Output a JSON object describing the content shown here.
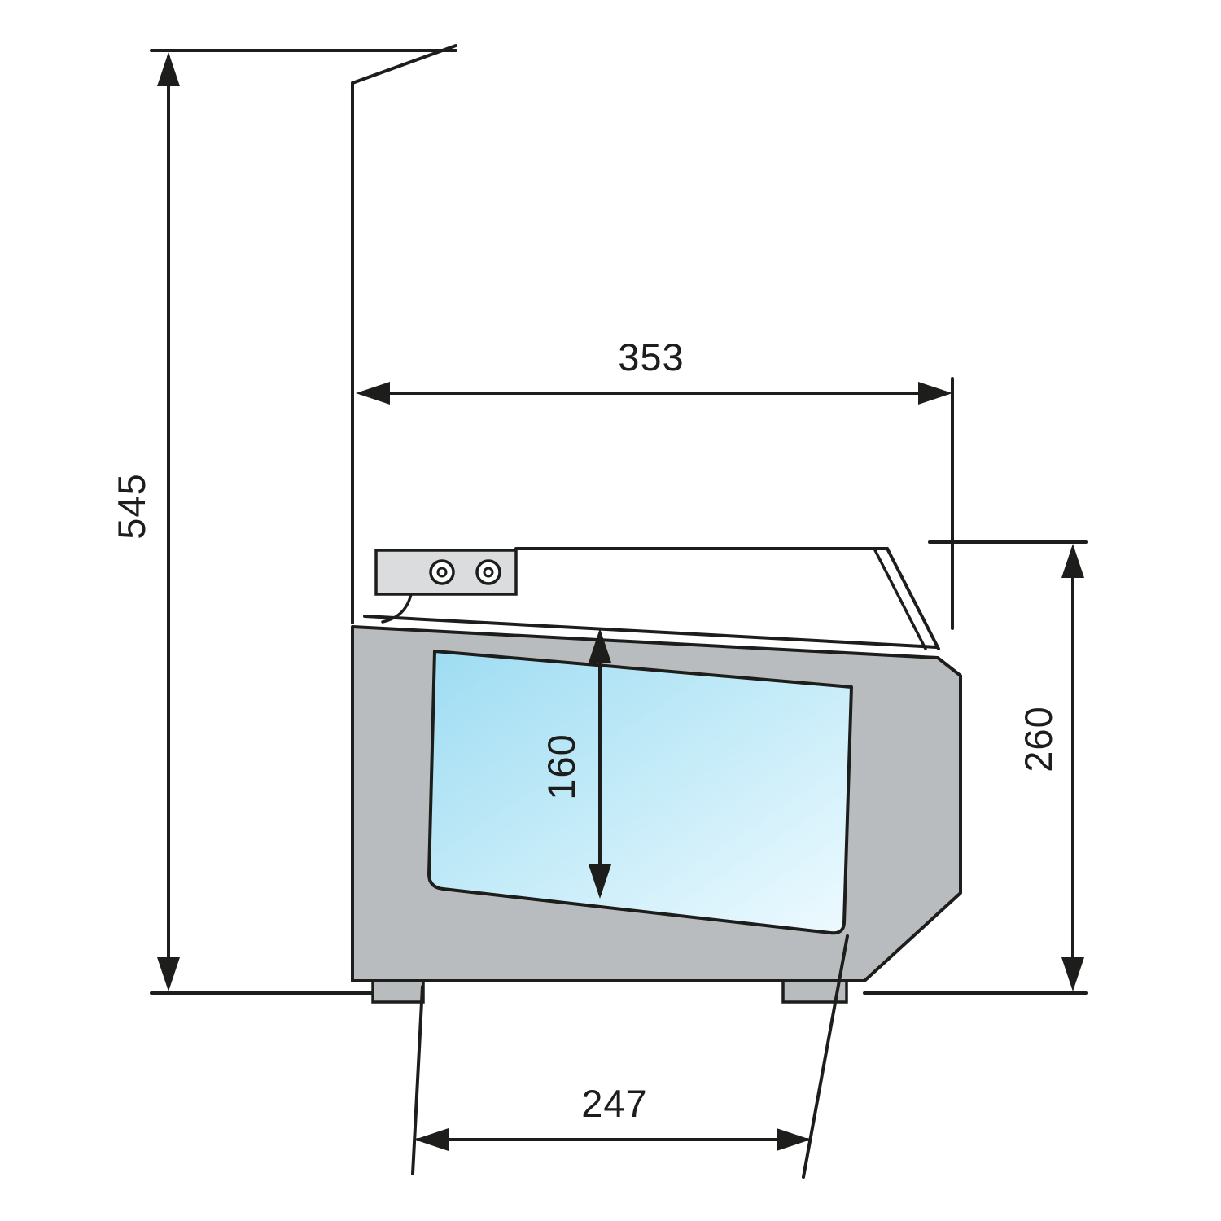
{
  "drawing": {
    "dimensions": {
      "total_height": "545",
      "top_depth": "353",
      "body_height": "260",
      "basin_depth": "160",
      "base_depth": "247"
    },
    "colors": {
      "line": "#1d1d1b",
      "body_fill": "#b9bcbe",
      "panel_fill": "#dadcdd",
      "basin_gradient_start": "#9edcf2",
      "basin_gradient_end": "#eefaff"
    }
  }
}
